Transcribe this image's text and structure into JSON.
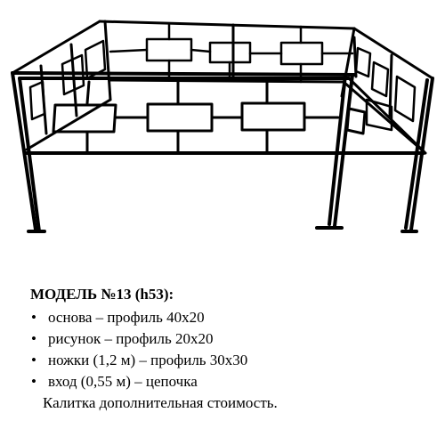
{
  "illustration": {
    "subject": "fence-illustration",
    "stroke_color": "#000000"
  },
  "spec": {
    "title": "МОДЕЛЬ №13 (h53):",
    "items": [
      "основа – профиль 40х20",
      "рисунок – профиль 20х20",
      "ножки (1,2 м) – профиль 30х30",
      "вход (0,55 м) – цепочка"
    ],
    "bullet": "•",
    "note": "Калитка дополнительная стоимость."
  }
}
